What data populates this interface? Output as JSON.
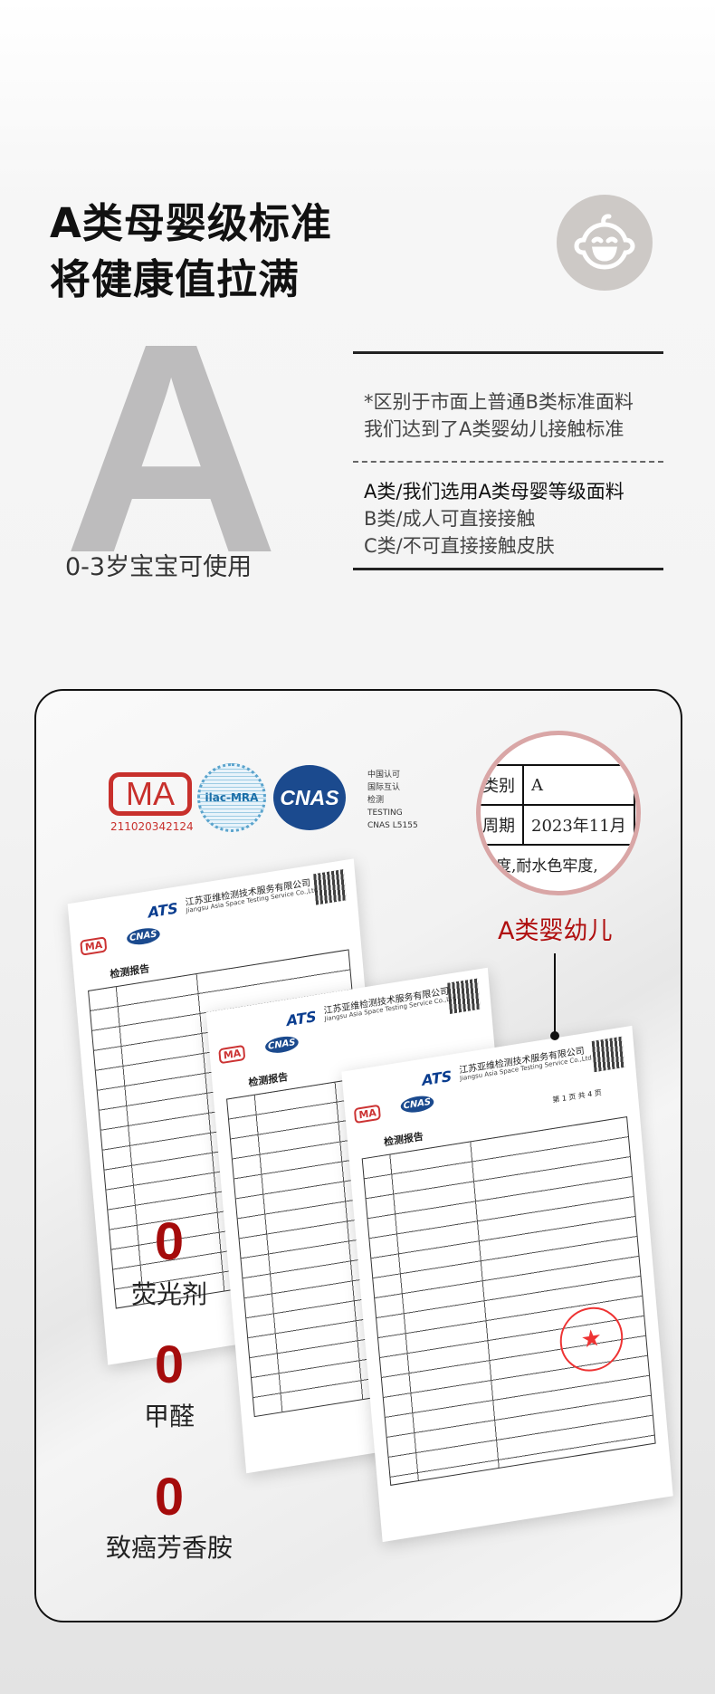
{
  "header": {
    "title_line1": "A类母婴级标准",
    "title_line2": "将健康值拉满",
    "grade_letter": "A",
    "age_text": "0-3岁宝宝可使用",
    "icon": "baby-face-icon"
  },
  "info_box": {
    "note_line1": "*区别于市面上普通B类标准面料",
    "note_line2": "我们达到了A类婴幼儿接触标准",
    "class_a": "A类/我们选用A类母婴等级面料",
    "class_b": "B类/成人可直接接触",
    "class_c": "C类/不可直接接触皮肤"
  },
  "certs": {
    "cma_label": "MA",
    "cma_number": "211020342124",
    "ilac_label": "ilac-MRA",
    "cnas_label": "CNAS",
    "cnas_text": [
      "中国认可",
      "国际互认",
      "检测",
      "TESTING",
      "CNAS L5155"
    ]
  },
  "magnifier": {
    "row1_label": "类别",
    "row1_value": "A",
    "row2_label": "周期",
    "row2_value": "2023年11月",
    "tail_text": "牢度,耐水色牢度,"
  },
  "callout": "A类婴幼儿",
  "report": {
    "company": "江苏亚维检测技术服务有限公司",
    "company_en": "Jiangsu Asia Space Testing Service Co.,Ltd",
    "brand": "ATS",
    "title": "检测报告",
    "page": "第 1 页 共 4 页"
  },
  "results": [
    {
      "value": "0",
      "label": "荧光剂"
    },
    {
      "value": "0",
      "label": "甲醛"
    },
    {
      "value": "0",
      "label": "致癌芳香胺"
    }
  ],
  "colors": {
    "accent_red": "#a50b0b",
    "icon_bg": "#cdc9c6",
    "grade_gray": "#bdbcbd"
  }
}
